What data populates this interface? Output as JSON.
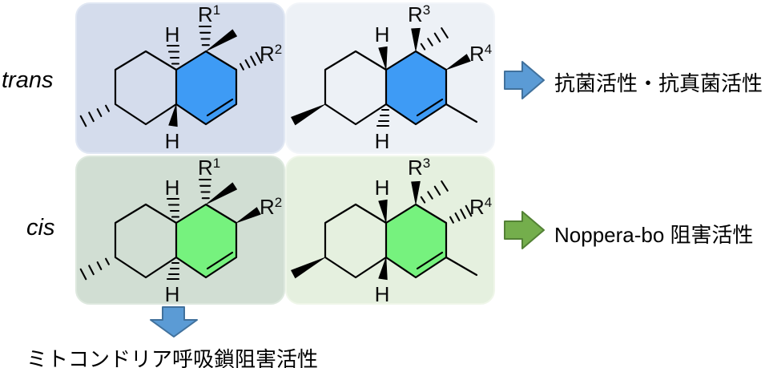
{
  "rows": {
    "top_label": "trans",
    "bottom_label": "cis"
  },
  "structures": [
    {
      "id": "trans-r1r2",
      "ring_fill": "#3e9bf5",
      "h_top": "H",
      "h_bottom": "H",
      "r_top": {
        "base": "R",
        "sup": "1"
      },
      "r_side": {
        "base": "R",
        "sup": "2"
      },
      "stereo": {
        "h_top": "hashed",
        "h_bottom": "wedge",
        "r_top": "hashed",
        "r_top_methyl": "wedge",
        "r_side": "hashed",
        "left_methyl": "hashed",
        "alkene_methyl": false
      }
    },
    {
      "id": "trans-r3r4",
      "ring_fill": "#3e9bf5",
      "h_top": "H",
      "h_bottom": "H",
      "r_top": {
        "base": "R",
        "sup": "3"
      },
      "r_side": {
        "base": "R",
        "sup": "4"
      },
      "stereo": {
        "h_top": "wedge",
        "h_bottom": "hashed",
        "r_top": "wedge",
        "r_top_methyl": "hashed",
        "r_side": "wedge",
        "left_methyl": "wedge",
        "alkene_methyl": true
      }
    },
    {
      "id": "cis-r1r2",
      "ring_fill": "#76f27e",
      "h_top": "H",
      "h_bottom": "H",
      "r_top": {
        "base": "R",
        "sup": "1"
      },
      "r_side": {
        "base": "R",
        "sup": "2"
      },
      "stereo": {
        "h_top": "hashed",
        "h_bottom": "hashed",
        "r_top": "hashed",
        "r_top_methyl": "wedge",
        "r_side": "wedge",
        "left_methyl": "hashed",
        "alkene_methyl": false
      }
    },
    {
      "id": "cis-r3r4",
      "ring_fill": "#76f27e",
      "h_top": "H",
      "h_bottom": "H",
      "r_top": {
        "base": "R",
        "sup": "3"
      },
      "r_side": {
        "base": "R",
        "sup": "4"
      },
      "stereo": {
        "h_top": "wedge",
        "h_bottom": "wedge",
        "r_top": "wedge",
        "r_top_methyl": "hashed",
        "r_side": "hashed",
        "left_methyl": "wedge",
        "alkene_methyl": true
      }
    }
  ],
  "outcomes": {
    "antimicrobial": "抗菌活性・抗真菌活性",
    "nopperabo": "Noppera-bo 阻害活性",
    "mitochondria": "ミトコンドリア呼吸鎖阻害活性"
  },
  "arrows": {
    "to_antimicrobial": {
      "shape": "block-arrow-right",
      "fill": "#5b9bd5",
      "stroke": "#41719c"
    },
    "to_nopperabo": {
      "shape": "block-arrow-right",
      "fill": "#74ae4c",
      "stroke": "#538135"
    },
    "to_mitochondria": {
      "shape": "block-arrow-down",
      "fill": "#5b9bd5",
      "stroke": "#41719c"
    }
  },
  "colors": {
    "box_trans_left": "#d4dcec",
    "box_trans_right": "#edf1f6",
    "box_cis_left": "#d1ded3",
    "box_cis_right": "#e5f0df",
    "ring_blue": "#3e9bf5",
    "ring_green": "#76f27e",
    "bond": "#000000",
    "background": "#ffffff"
  }
}
